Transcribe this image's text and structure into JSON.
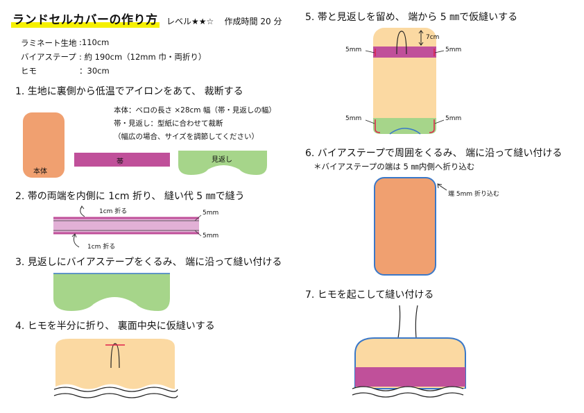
{
  "title": "ランドセルカバーの作り方",
  "meta": {
    "level": "レベル★★☆",
    "time": "作成時間 20 分"
  },
  "materials": [
    {
      "name": "ラミネート生地",
      "amount": ":110cm"
    },
    {
      "name": "バイアステープ",
      "amount": ": 約 190cm（12mm 巾・両折り）"
    },
    {
      "name": "ヒモ",
      "amount": "：30cm"
    }
  ],
  "steps": [
    "1. 生地に裏側から低温でアイロンをあて、 裁断する",
    "2. 帯の両端を内側に 1cm 折り、 縫い代 5 ㎜で縫う",
    "3. 見返しにバイアステープをくるみ、 端に沿って縫い付ける",
    "4. ヒモを半分に折り、 裏面中央に仮縫いする",
    "5. 帯と見返しを留め、 端から 5 ㎜で仮縫いする",
    "6. バイアステープで周囲をくるみ、 端に沿って縫い付ける",
    "7. ヒモを起こして縫い付ける"
  ],
  "step1": {
    "notes": [
      "本体：ベロの長さ ×28cm 幅（帯・見返しの幅）",
      "帯・見返し：型紙に合わせて裁断",
      "（幅広の場合、サイズを調節してください）"
    ],
    "labels": {
      "body": "本体",
      "band": "帯",
      "facing": "見返し"
    }
  },
  "step2": {
    "fold_top": "1cm 折る",
    "fold_bottom": "1cm 折る",
    "seam_top": "5mm",
    "seam_bottom": "5mm"
  },
  "step5": {
    "dist": "7cm",
    "left_top": "5mm",
    "right_top": "5mm",
    "left_bottom": "5mm",
    "right_bottom": "5mm"
  },
  "step6": {
    "sub": "＊バイアステープの端は 5 ㎜内側へ折り込む",
    "annot": "端 5mm 折り込む"
  },
  "colors": {
    "body": "#f0a070",
    "band": "#c0509a",
    "band_light": "#e2b0d6",
    "facing": "#a6d58a",
    "beige": "#fbd9a2",
    "blue": "#3a78c8",
    "highlight": "#f5f000"
  }
}
